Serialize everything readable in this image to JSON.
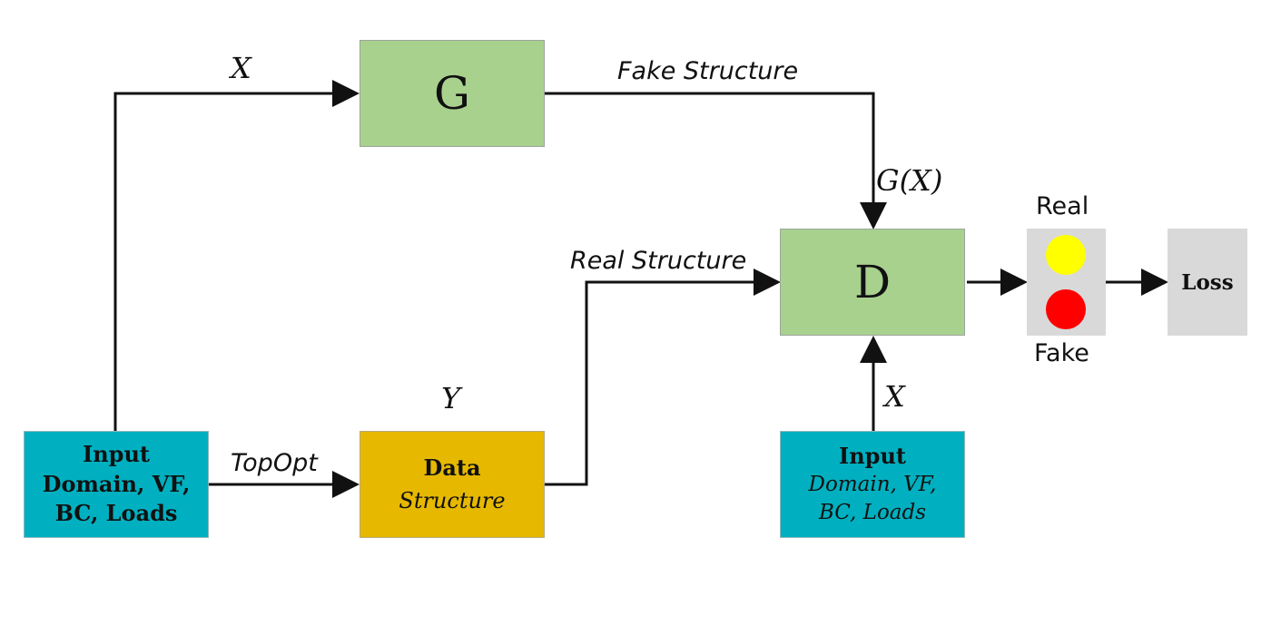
{
  "nodes": {
    "generator": {
      "label": "G"
    },
    "discriminator": {
      "label": "D"
    },
    "input_left": {
      "title": "Input",
      "line1": "Domain, VF,",
      "line2": "BC, Loads"
    },
    "data": {
      "title": "Data",
      "subtitle": "Structure"
    },
    "input_right": {
      "title": "Input",
      "line1": "Domain, VF,",
      "line2": "BC, Loads"
    },
    "real_fake": {
      "real_label": "Real",
      "fake_label": "Fake",
      "real_color": "#ffff00",
      "fake_color": "#ff0000"
    },
    "loss": {
      "label": "Loss"
    }
  },
  "edges": {
    "input_to_g": "X",
    "g_to_d_top": "Fake Structure",
    "g_to_d_side": "G(X)",
    "input_to_data": "TopOpt",
    "data_symbol": "Y",
    "data_to_d": "Real Structure",
    "input_right_to_d": "X"
  }
}
